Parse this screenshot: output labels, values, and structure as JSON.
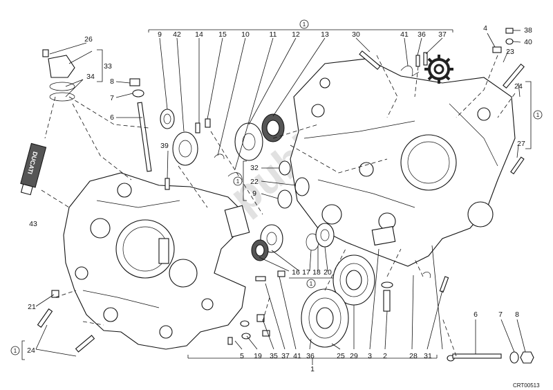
{
  "drawing_code": "CRT00513",
  "watermark": "Parts Republik",
  "tube_label": "DUCATI",
  "top_group_marker": "1",
  "group_marker_mid": "1",
  "group_marker_left": "1",
  "group_marker_right": "1",
  "group_marker_bottom": "1",
  "callouts": {
    "c26": "26",
    "c33": "33",
    "c34": "34",
    "c8a": "8",
    "c7a": "7",
    "c6a": "6",
    "c43": "43",
    "c21": "21",
    "c24a": "24",
    "c1left": "1",
    "c9": "9",
    "c42": "42",
    "c14": "14",
    "c15": "15",
    "c10": "10",
    "c11": "11",
    "c12": "12",
    "c13": "13",
    "c30": "30",
    "c41a": "41",
    "c36a": "36",
    "c37a": "37",
    "c4": "4",
    "c38": "38",
    "c40": "40",
    "c23": "23",
    "c24b": "24",
    "c27": "27",
    "c1right": "1",
    "c39": "39",
    "c32": "32",
    "c22": "22",
    "c9b": "9",
    "c1mid": "1",
    "c16": "16",
    "c17": "17",
    "c18": "18",
    "c20": "20",
    "c1sub": "1",
    "c5": "5",
    "c19": "19",
    "c35": "35",
    "c37b": "37",
    "c41b": "41",
    "c36b": "36",
    "c25": "25",
    "c29": "29",
    "c3": "3",
    "c2": "2",
    "c28": "28",
    "c31": "31",
    "c6b": "6",
    "c7b": "7",
    "c8b": "8",
    "c1bottom": "1"
  }
}
